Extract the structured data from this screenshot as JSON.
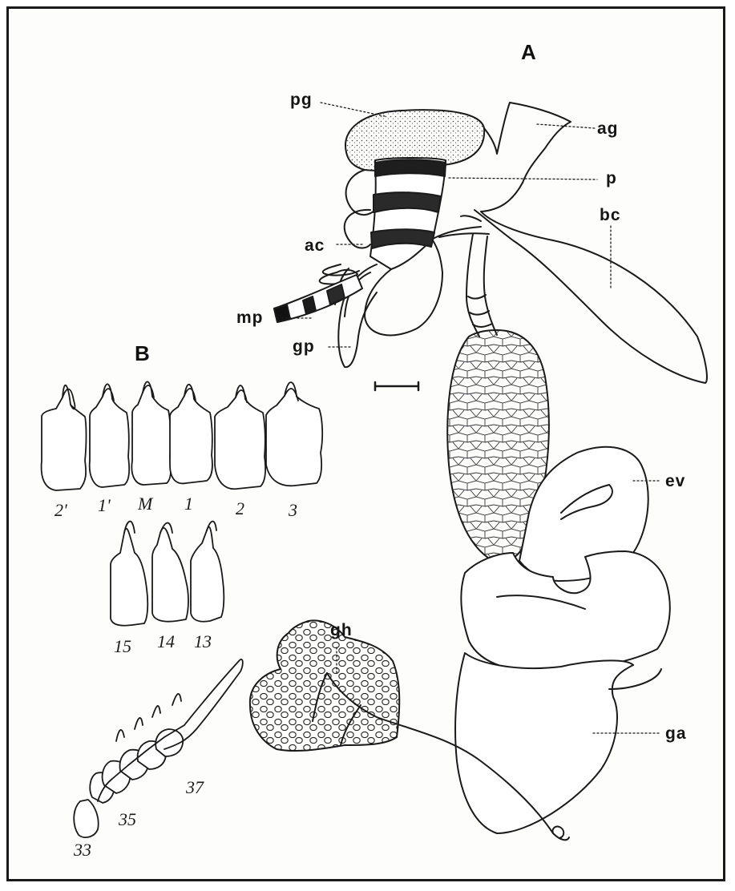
{
  "panels": {
    "a": "A",
    "b": "B"
  },
  "labels": {
    "pg": "pg",
    "ag": "ag",
    "p": "p",
    "bc": "bc",
    "ac": "ac",
    "mp": "mp",
    "gp": "gp",
    "ev": "ev",
    "gh": "gh",
    "ga": "ga"
  },
  "tooth_numbers": {
    "row1": [
      "2'",
      "1'",
      "M",
      "1",
      "2",
      "3"
    ],
    "row2": [
      "15",
      "14",
      "13"
    ],
    "row3": [
      "33",
      "35",
      "37"
    ]
  },
  "colors": {
    "ink": "#1a1a1a",
    "paper": "#fdfdfc"
  }
}
